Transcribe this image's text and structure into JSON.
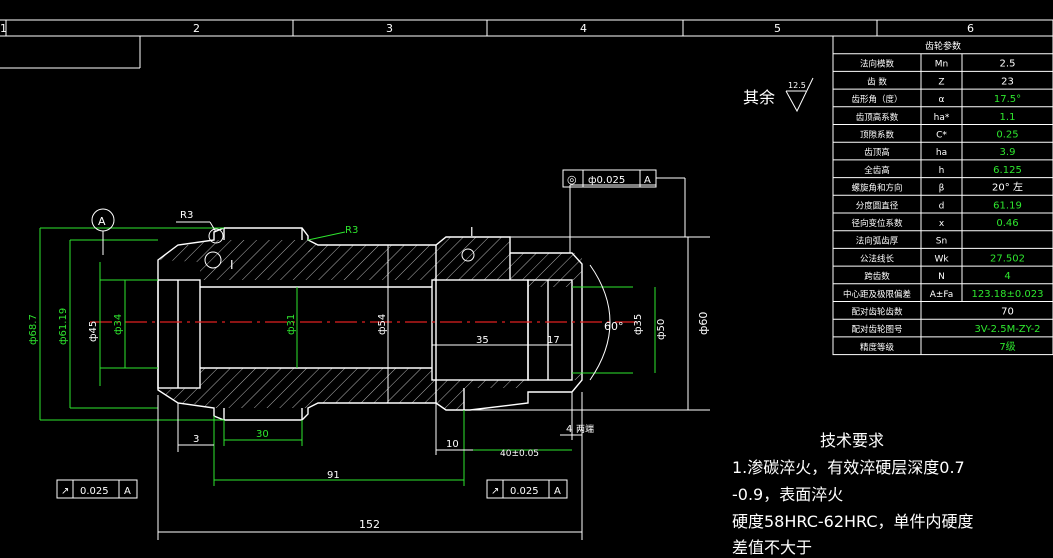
{
  "colors": {
    "background": "#000000",
    "line": "#ffffff",
    "dimension": "#2ee62e",
    "centerline": "#e02020"
  },
  "column_numbers": [
    "1",
    "2",
    "3",
    "4",
    "5",
    "6"
  ],
  "roughness": {
    "label": "其余",
    "value": "12.5"
  },
  "gear_table": {
    "title": "齿轮参数",
    "rows": [
      {
        "name": "法向模数",
        "symbol": "Mn",
        "value": "2.5",
        "green": false
      },
      {
        "name": "齿 数",
        "symbol": "Z",
        "value": "23",
        "green": false
      },
      {
        "name": "齿形角（度）",
        "symbol": "α",
        "value": "17.5°",
        "green": true
      },
      {
        "name": "齿顶高系数",
        "symbol": "ha*",
        "value": "1.1",
        "green": true
      },
      {
        "name": "顶隙系数",
        "symbol": "C*",
        "value": "0.25",
        "green": true
      },
      {
        "name": "齿顶高",
        "symbol": "ha",
        "value": "3.9",
        "green": true
      },
      {
        "name": "全齿高",
        "symbol": "h",
        "value": "6.125",
        "green": true
      },
      {
        "name": "螺旋角和方向",
        "symbol": "β",
        "value": "20° 左",
        "green": false
      },
      {
        "name": "分度圆直径",
        "symbol": "d",
        "value": "61.19",
        "green": true
      },
      {
        "name": "径向变位系数",
        "symbol": "x",
        "value": "0.46",
        "green": true
      },
      {
        "name": "法向弧齿厚",
        "symbol": "Sn",
        "value": "",
        "green": false
      },
      {
        "name": "公法线长",
        "symbol": "Wk",
        "value": "27.502",
        "green": true
      },
      {
        "name": "跨齿数",
        "symbol": "N",
        "value": "4",
        "green": true
      },
      {
        "name": "中心距及极限偏差",
        "symbol": "A±Fa",
        "value": "123.18±0.023",
        "green": true
      },
      {
        "name": "配对齿轮齿数",
        "symbol": "",
        "value": "70",
        "green": false
      },
      {
        "name": "配对齿轮图号",
        "symbol": "",
        "value": "3V-2.5M-ZY-2",
        "green": true
      },
      {
        "name": "精度等级",
        "symbol": "",
        "value": "7级",
        "green": true
      }
    ]
  },
  "tolerances": {
    "top": {
      "symbol": "◎",
      "value": "ф0.025",
      "datum": "A"
    },
    "left": {
      "symbol": "↗",
      "value": "0.025",
      "datum": "A"
    },
    "right": {
      "symbol": "↗",
      "value": "0.025",
      "datum": "A"
    }
  },
  "dimensions": {
    "d68": "ф68.7",
    "d61": "ф61.19",
    "d45": "ф45",
    "d34": "ф34",
    "d31": "ф31",
    "d54": "ф54",
    "d35r": "ф35",
    "d50": "ф50",
    "d60": "ф60",
    "ang60": "60°",
    "l35": "35",
    "l17": "17",
    "l30": "30",
    "l3": "3",
    "l10": "10",
    "l40": "40±0.05",
    "l4": "4",
    "both_ends": "两端",
    "l91": "91",
    "l152": "152",
    "r3a": "R3",
    "r3b": "R3",
    "datumA": "A",
    "markI1": "I",
    "markI2": "I"
  },
  "tech": {
    "title": "技术要求",
    "lines": [
      "1.渗碳淬火，有效淬硬层深度0.7",
      "-0.9，表面淬火",
      "  硬度58HRC-62HRC，单件内硬度",
      "差值不大于"
    ]
  }
}
